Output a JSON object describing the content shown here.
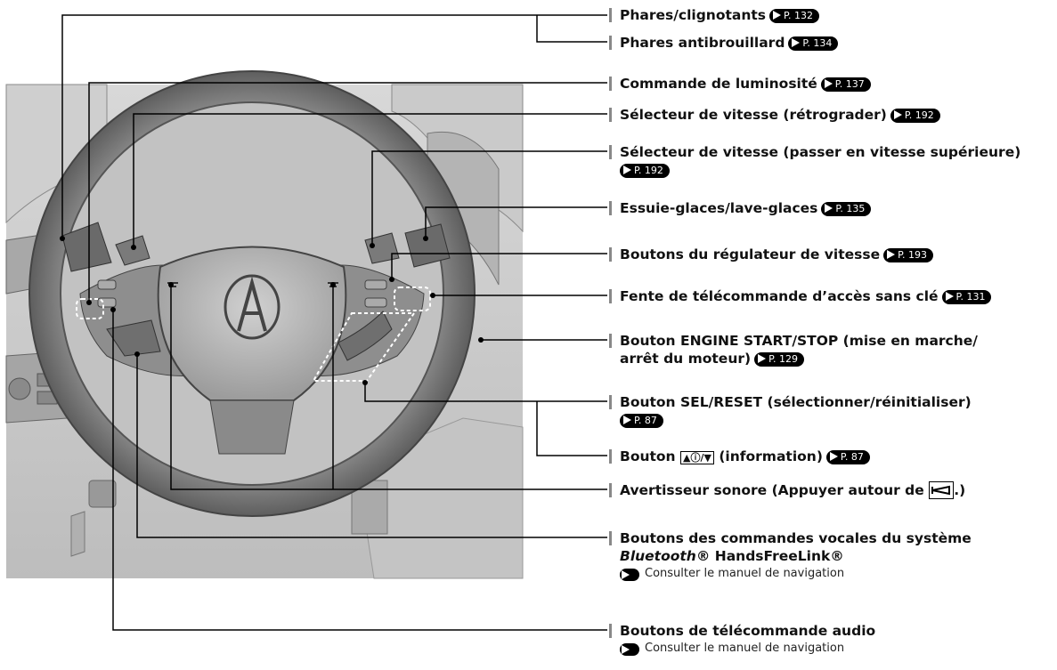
{
  "callouts": [
    {
      "id": "phares",
      "lines": [
        "Phares/clignotants"
      ],
      "ref": "P. 132"
    },
    {
      "id": "antibrouillard",
      "lines": [
        "Phares antibrouillard"
      ],
      "ref": "P. 134"
    },
    {
      "id": "luminosite",
      "lines": [
        "Commande de luminosité"
      ],
      "ref": "P. 137"
    },
    {
      "id": "retrograder",
      "lines": [
        "Sélecteur de vitesse (rétrograder)"
      ],
      "ref": "P. 192"
    },
    {
      "id": "superieure",
      "lines": [
        "Sélecteur de vitesse (passer en vitesse supérieure)"
      ],
      "ref": "P. 192"
    },
    {
      "id": "essuie",
      "lines": [
        "Essuie-glaces/lave-glaces"
      ],
      "ref": "P. 135"
    },
    {
      "id": "regulateur",
      "lines": [
        "Boutons du régulateur de vitesse"
      ],
      "ref": "P. 193"
    },
    {
      "id": "fente",
      "lines": [
        "Fente de télécommande d’accès sans clé"
      ],
      "ref": "P. 131"
    },
    {
      "id": "engine",
      "lines": [
        "Bouton ENGINE START/STOP (mise en marche/",
        "arrêt du moteur)"
      ],
      "ref": "P. 129"
    },
    {
      "id": "sel",
      "lines": [
        "Bouton SEL/RESET (sélectionner/réinitialiser)"
      ],
      "ref": "P. 87"
    },
    {
      "id": "info",
      "lines": [
        "Bouton",
        "(information)"
      ],
      "ref": "P. 87",
      "key_symbols": "▲ⓘ/▼"
    },
    {
      "id": "horn",
      "lines": [
        "Avertisseur sonore (Appuyer autour de",
        ".)"
      ]
    },
    {
      "id": "bluetooth",
      "lines": [
        "Boutons des commandes vocales du système",
        "Bluetooth",
        "® HandsFreeLink®"
      ],
      "sub": "Consulter le manuel de navigation"
    },
    {
      "id": "audio",
      "lines": [
        "Boutons de télécommande audio"
      ],
      "sub": "Consulter le manuel de navigation"
    }
  ]
}
